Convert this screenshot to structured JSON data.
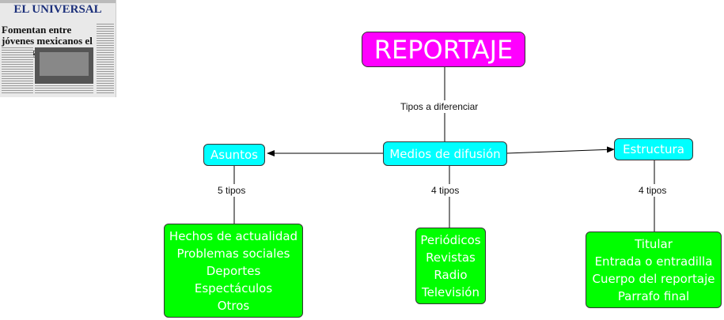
{
  "clipping": {
    "masthead": "EL UNIVERSAL",
    "headline": "Fomentan entre jóvenes mexicanos el liderazgo"
  },
  "nodes": {
    "root": "REPORTAJE",
    "medios": "Medios de difusión",
    "asuntos": "Asuntos",
    "estructura": "Estructura",
    "asuntos_items": [
      "Hechos de actualidad",
      "Problemas sociales",
      "Deportes",
      "Espectáculos",
      "Otros"
    ],
    "medios_items": [
      "Periódicos",
      "Revistas",
      "Radio",
      "Televisión"
    ],
    "estructura_items": [
      "Titular",
      "Entrada o entradilla",
      "Cuerpo del reportaje",
      "Parrafo final"
    ]
  },
  "edge_labels": {
    "root_to_medios": "Tipos a diferenciar",
    "asuntos_tipos": "5 tipos",
    "medios_tipos": "4 tipos",
    "estructura_tipos": "4 tipos"
  },
  "colors": {
    "root": "#ff00ff",
    "category": "#00ffff",
    "items": "#00ff00"
  }
}
